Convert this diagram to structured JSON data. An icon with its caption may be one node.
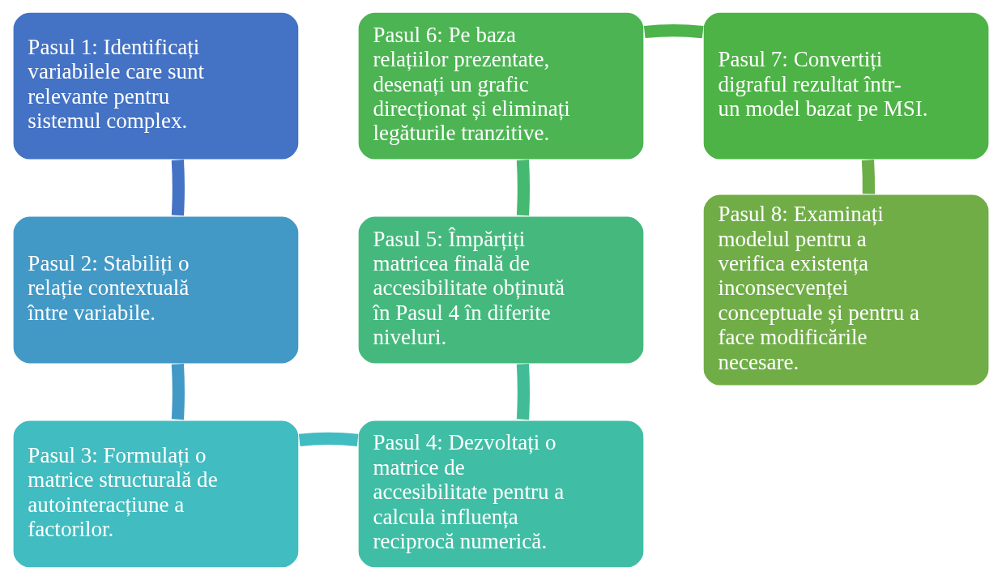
{
  "diagram": {
    "nodes": [
      {
        "text": [
          "Pasul 1: Identificați variabilele care sunt relevante pentru sistemul complex."
        ]
      },
      {
        "text": [
          "Pasul 2: Stabiliți o relație contextuală între variabile."
        ]
      },
      {
        "text": [
          "Pasul 3: Formulați o matrice structurală de autointeracțiune a factorilor."
        ]
      },
      {
        "text": [
          "Pasul 4: Dezvoltați o matrice de accesibilitate pentru a calcula influența reciprocă numerică."
        ]
      },
      {
        "text": [
          "Pasul 5: Împărțiți matricea finală de accesibilitate obținută în Pasul 4 în diferite niveluri."
        ]
      },
      {
        "text": [
          "Pasul 6: Pe baza relațiilor prezentate, desenați un grafic direcționat și eliminați legăturile tranzitive."
        ]
      },
      {
        "text": [
          "Pasul 7: Convertiți digraful rezultat într-un model bazat pe MSI."
        ]
      },
      {
        "text": [
          "Pasul 8: Examinați modelul pentru a verifica existența inconsecvenței conceptuale și pentru a face modificările necesare."
        ]
      }
    ],
    "edges": [
      {
        "from": 0,
        "to": 1,
        "arrow": "none",
        "color": "#4472c4"
      },
      {
        "from": 1,
        "to": 2,
        "arrow": "none",
        "color": "#4399c6"
      },
      {
        "from": 2,
        "to": 3,
        "arrow": "none",
        "color": "#41bcc0"
      },
      {
        "from": 3,
        "to": 4,
        "arrow": "none",
        "color": "#41bc97"
      },
      {
        "from": 4,
        "to": 5,
        "arrow": "none",
        "color": "#45b970"
      },
      {
        "from": 5,
        "to": 6,
        "arrow": "none",
        "color": "#4db34b"
      },
      {
        "from": 6,
        "to": 7,
        "arrow": "none",
        "color": "#6aae47"
      }
    ]
  }
}
